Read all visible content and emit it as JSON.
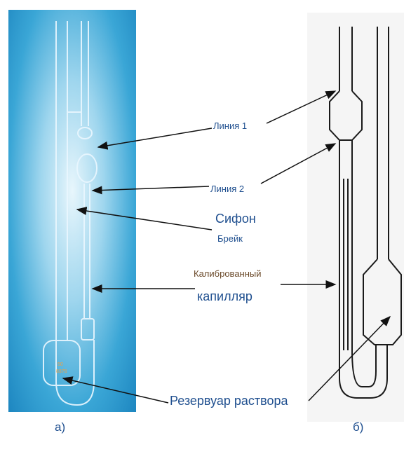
{
  "labels": {
    "line1": "Линия 1",
    "line2": "Линия 2",
    "siphon": "Сифон",
    "siphon_break": "Брейк",
    "calibrated": "Калиброванный",
    "capillary": "капилляр",
    "reservoir": "Резервуар раствора",
    "panel_a": "а)",
    "panel_b": "б)"
  },
  "colors": {
    "text": "#1f4f8f",
    "label_brown": "#6b4a2a",
    "arrow": "#111111"
  }
}
